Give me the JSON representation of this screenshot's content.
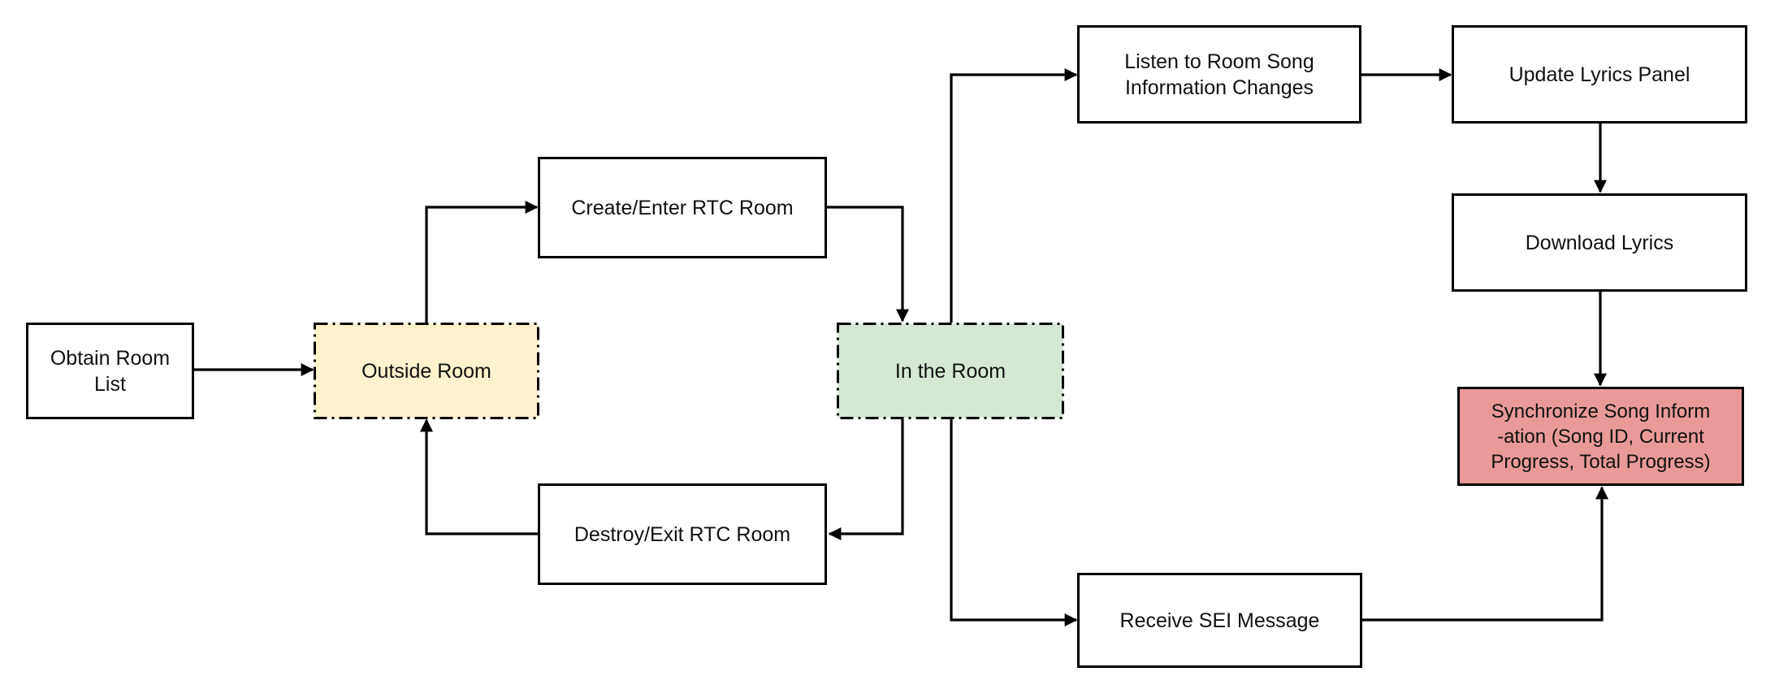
{
  "colors": {
    "outside_room_fill": "#FFF2CC",
    "in_room_fill": "#D5E8D4",
    "sync_fill": "#EA9999",
    "line": "#000000"
  },
  "nodes": {
    "obtain_room_list": "Obtain Room\nList",
    "outside_room": "Outside Room",
    "create_enter_rtc_room": "Create/Enter RTC Room",
    "destroy_exit_rtc_room": "Destroy/Exit RTC Room",
    "in_the_room": "In the Room",
    "listen_song_info_changes": "Listen to Room Song\nInformation Changes",
    "update_lyrics_panel": "Update Lyrics Panel",
    "download_lyrics": "Download Lyrics",
    "synchronize_song_info": "Synchronize Song Inform\n-ation (Song ID, Current\nProgress, Total Progress)",
    "receive_sei_message": "Receive SEI Message"
  }
}
